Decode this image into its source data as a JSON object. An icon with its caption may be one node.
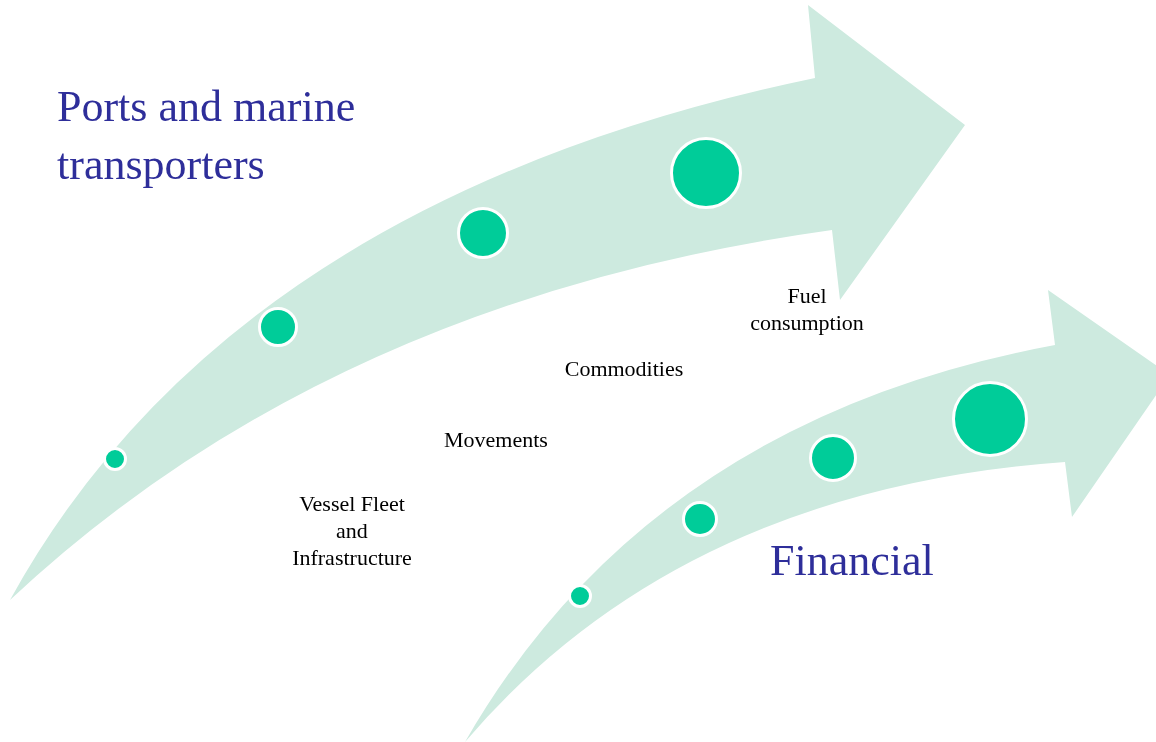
{
  "diagram": {
    "nodes": [
      {
        "text": [
          "Ports and marine transporters"
        ]
      },
      {
        "text": [],
        "shape": "circle",
        "in": 0
      },
      {
        "text": [],
        "shape": "circle",
        "in": 0
      },
      {
        "text": [],
        "shape": "circle",
        "in": 0
      },
      {
        "text": [],
        "shape": "circle",
        "in": 0
      },
      {
        "text": [
          "Financial"
        ]
      },
      {
        "text": [],
        "shape": "circle",
        "in": 5
      },
      {
        "text": [],
        "shape": "circle",
        "in": 5
      },
      {
        "text": [],
        "shape": "circle",
        "in": 5
      },
      {
        "text": [],
        "shape": "circle",
        "in": 5
      }
    ],
    "edges": [],
    "labels": [
      "Vessel Fleet and Infrastructure",
      "Movements",
      "Commodities",
      "Fuel consumption"
    ]
  }
}
